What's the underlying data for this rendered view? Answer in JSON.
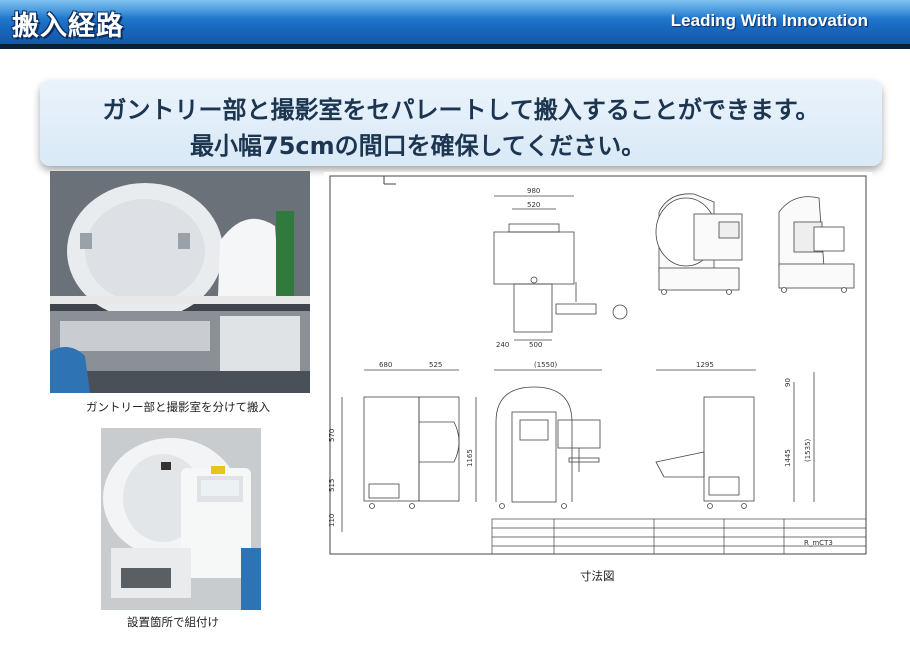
{
  "header": {
    "title": "搬入経路",
    "tagline": "Leading With Innovation"
  },
  "banner": {
    "line1": "ガントリー部と撮影室をセパレートして搬入することができます。",
    "line2": "最小幅75cmの間口を確保してください。"
  },
  "photos": {
    "caption1": "ガントリー部と撮影室を分けて搬入",
    "caption2": "設置箇所で組付け"
  },
  "drawing": {
    "caption": "寸法図",
    "dims_top": [
      "980",
      "520",
      "240",
      "500"
    ],
    "dims_front": [
      "680",
      "525",
      "570",
      "515",
      "110",
      "1165"
    ],
    "dims_side": [
      "(1550)"
    ],
    "dims_right": [
      "1295",
      "90",
      "1445",
      "(1535)"
    ],
    "title_block_model": "R_mCT3"
  },
  "colors": {
    "header_blue": "#1a6cc4",
    "banner_bg": "#e3eef9",
    "banner_text": "#1c3550"
  }
}
